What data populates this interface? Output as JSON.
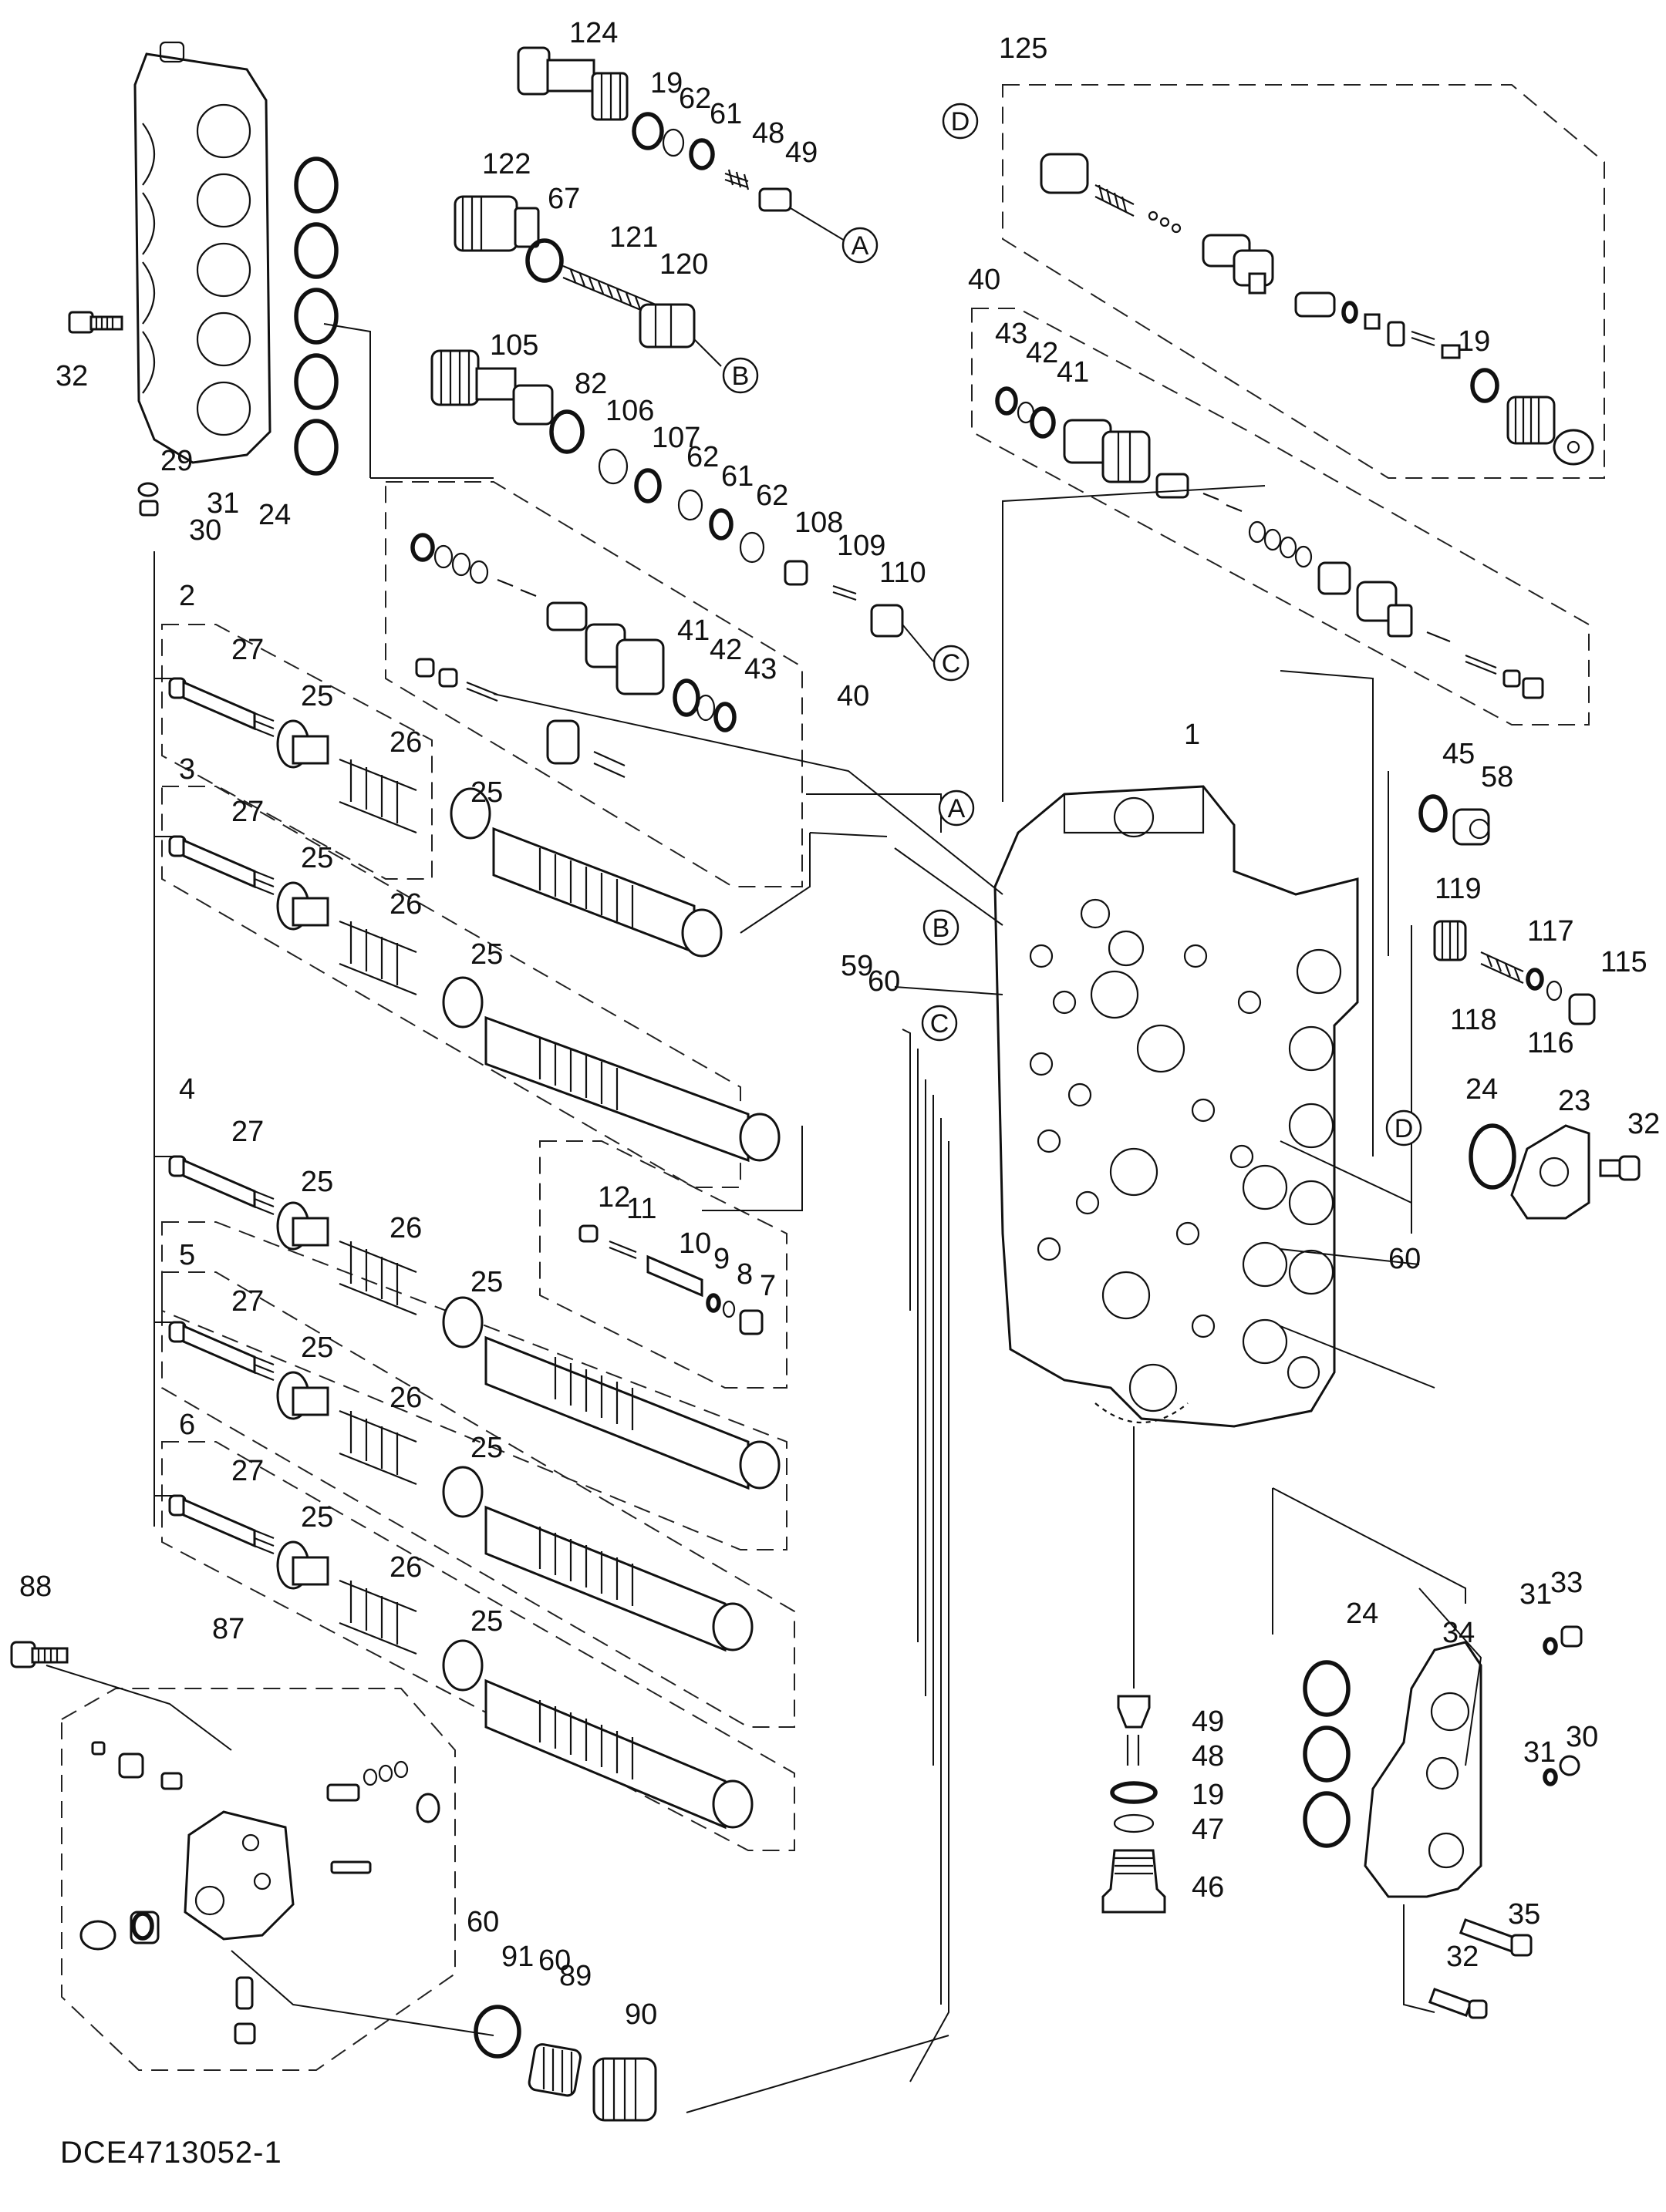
{
  "drawing_code": "DCE4713052-1",
  "ref_markers": [
    "A",
    "B",
    "C",
    "D"
  ],
  "part_labels": {
    "p1": "1",
    "p2": "2",
    "p3": "3",
    "p4": "4",
    "p5": "5",
    "p6": "6",
    "p7": "7",
    "p8": "8",
    "p9": "9",
    "p10": "10",
    "p11": "11",
    "p12": "12",
    "p19": "19",
    "p23": "23",
    "p24": "24",
    "p25": "25",
    "p26": "26",
    "p27": "27",
    "p29": "29",
    "p30": "30",
    "p31": "31",
    "p32": "32",
    "p33": "33",
    "p34": "34",
    "p35": "35",
    "p40": "40",
    "p41": "41",
    "p42": "42",
    "p43": "43",
    "p45": "45",
    "p46": "46",
    "p47": "47",
    "p48": "48",
    "p49": "49",
    "p58": "58",
    "p59": "59",
    "p60": "60",
    "p61": "61",
    "p62": "62",
    "p67": "67",
    "p82": "82",
    "p87": "87",
    "p88": "88",
    "p89": "89",
    "p90": "90",
    "p91": "91",
    "p105": "105",
    "p106": "106",
    "p107": "107",
    "p108": "108",
    "p109": "109",
    "p110": "110",
    "p115": "115",
    "p116": "116",
    "p117": "117",
    "p118": "118",
    "p119": "119",
    "p120": "120",
    "p121": "121",
    "p122": "122",
    "p124": "124",
    "p125": "125"
  }
}
